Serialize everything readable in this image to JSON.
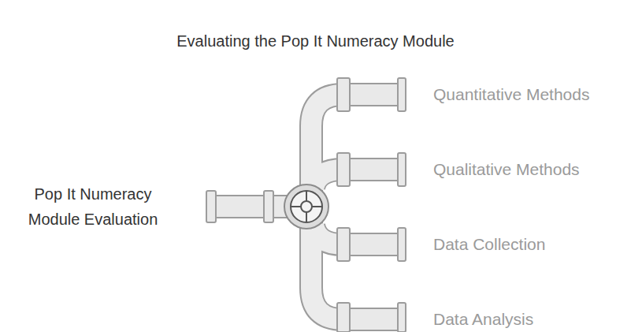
{
  "diagram": {
    "title": "Evaluating the Pop It Numeracy Module",
    "labels": [
      "Pop It Numeracy Module Evaluation",
      "Quantitative Methods",
      "Qualitative Methods",
      "Data Collection",
      "Data Analysis"
    ]
  }
}
